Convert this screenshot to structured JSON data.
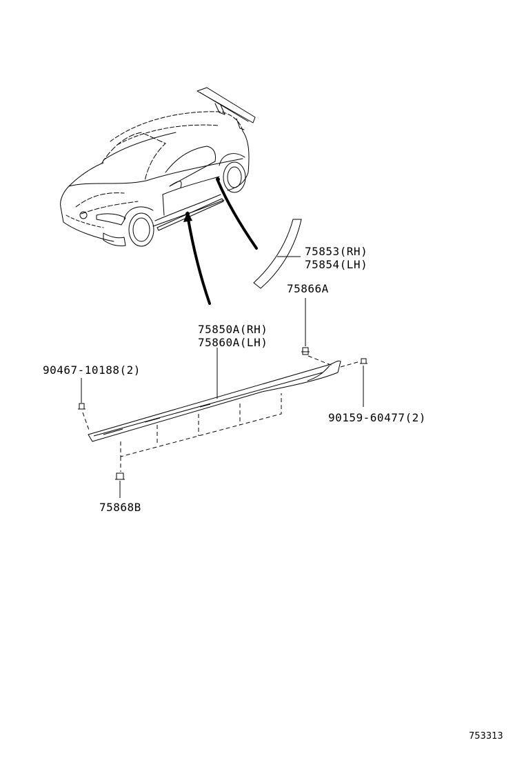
{
  "labels": {
    "garnish_rh": "75853(RH)",
    "garnish_lh": "75854(LH)",
    "clip_a": "75866A",
    "spoiler_rh": "75850A(RH)",
    "spoiler_lh": "75860A(LH)",
    "screw_left": "90467-10188(2)",
    "screw_right": "90159-60477(2)",
    "clip_b": "75868B"
  },
  "reference": "753313",
  "colors": {
    "line": "#000000",
    "background": "#ffffff"
  }
}
